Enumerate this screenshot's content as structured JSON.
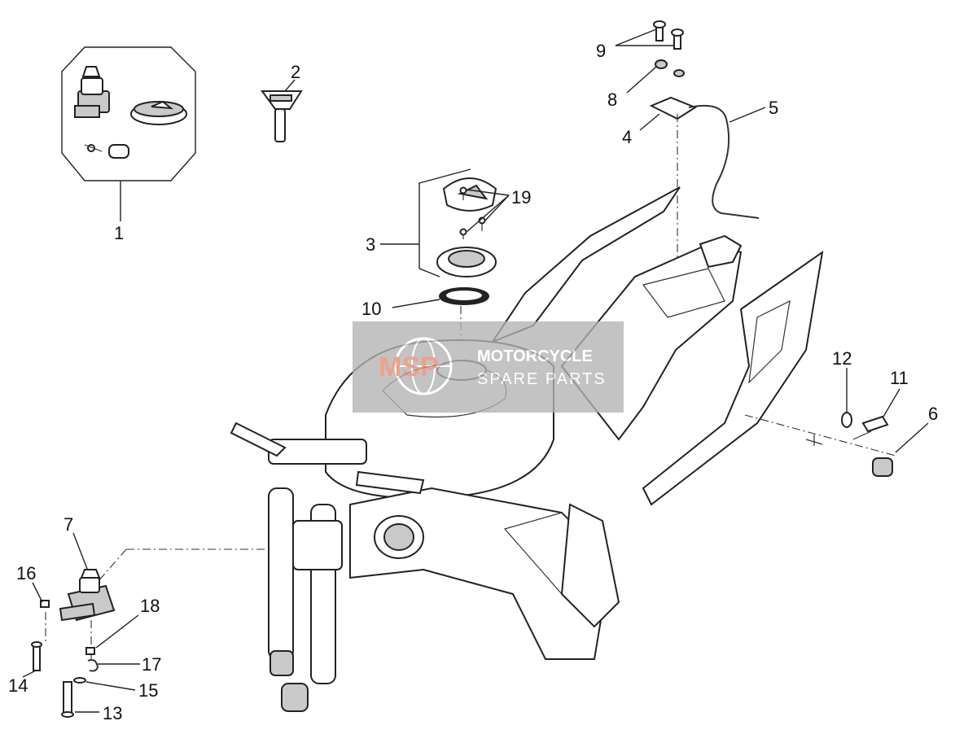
{
  "callouts": [
    {
      "id": "1",
      "label": "1"
    },
    {
      "id": "2",
      "label": "2"
    },
    {
      "id": "3",
      "label": "3"
    },
    {
      "id": "4",
      "label": "4"
    },
    {
      "id": "5",
      "label": "5"
    },
    {
      "id": "6",
      "label": "6"
    },
    {
      "id": "7",
      "label": "7"
    },
    {
      "id": "8",
      "label": "8"
    },
    {
      "id": "9",
      "label": "9"
    },
    {
      "id": "10",
      "label": "10"
    },
    {
      "id": "11",
      "label": "11"
    },
    {
      "id": "12",
      "label": "12"
    },
    {
      "id": "13",
      "label": "13"
    },
    {
      "id": "14",
      "label": "14"
    },
    {
      "id": "15",
      "label": "15"
    },
    {
      "id": "16",
      "label": "16"
    },
    {
      "id": "17",
      "label": "17"
    },
    {
      "id": "18",
      "label": "18"
    },
    {
      "id": "19",
      "label": "19"
    }
  ],
  "watermark": {
    "logo": "MSP",
    "line1": "MOTORCYCLE",
    "line2": "SPARE PARTS"
  },
  "colors": {
    "watermark_bg": "#b3b3b3",
    "watermark_logo": "#e8896a",
    "line": "#222222"
  }
}
